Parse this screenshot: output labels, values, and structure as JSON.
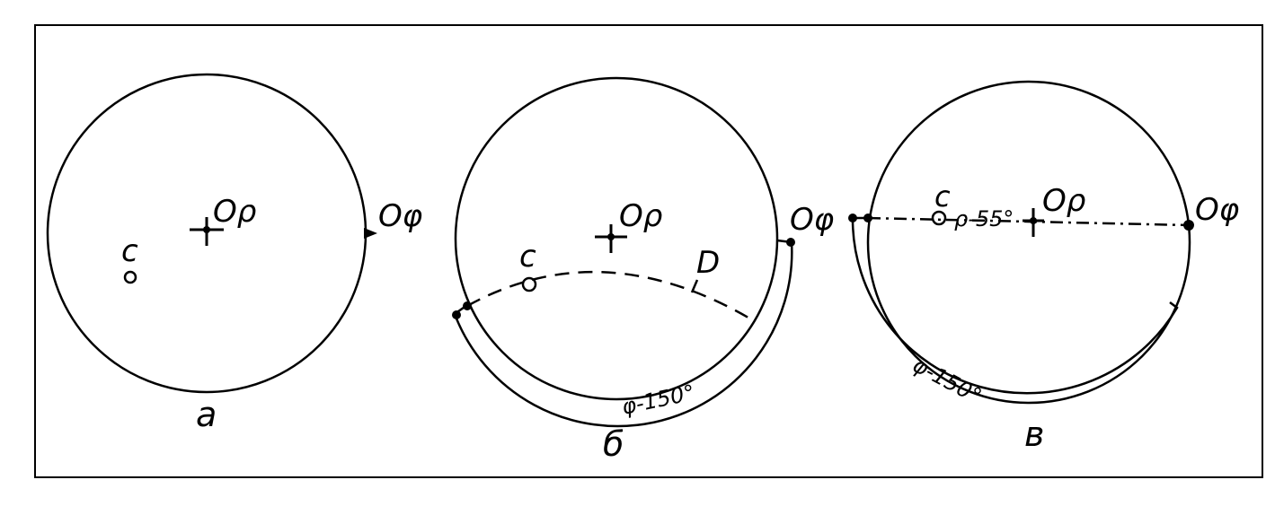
{
  "panels": [
    {
      "caption": "а",
      "center_label": "Oρ",
      "edge_label": "Oφ",
      "point_label": "c"
    },
    {
      "caption": "б",
      "center_label": "Oρ",
      "edge_label": "Oφ",
      "point_label": "c",
      "arc_label": "D",
      "angle_label": "φ-150°"
    },
    {
      "caption": "в",
      "center_label": "Oρ",
      "edge_label": "Oφ",
      "point_label": "c",
      "rho_label": "ρ-55°",
      "angle_label": "φ-150°"
    }
  ]
}
